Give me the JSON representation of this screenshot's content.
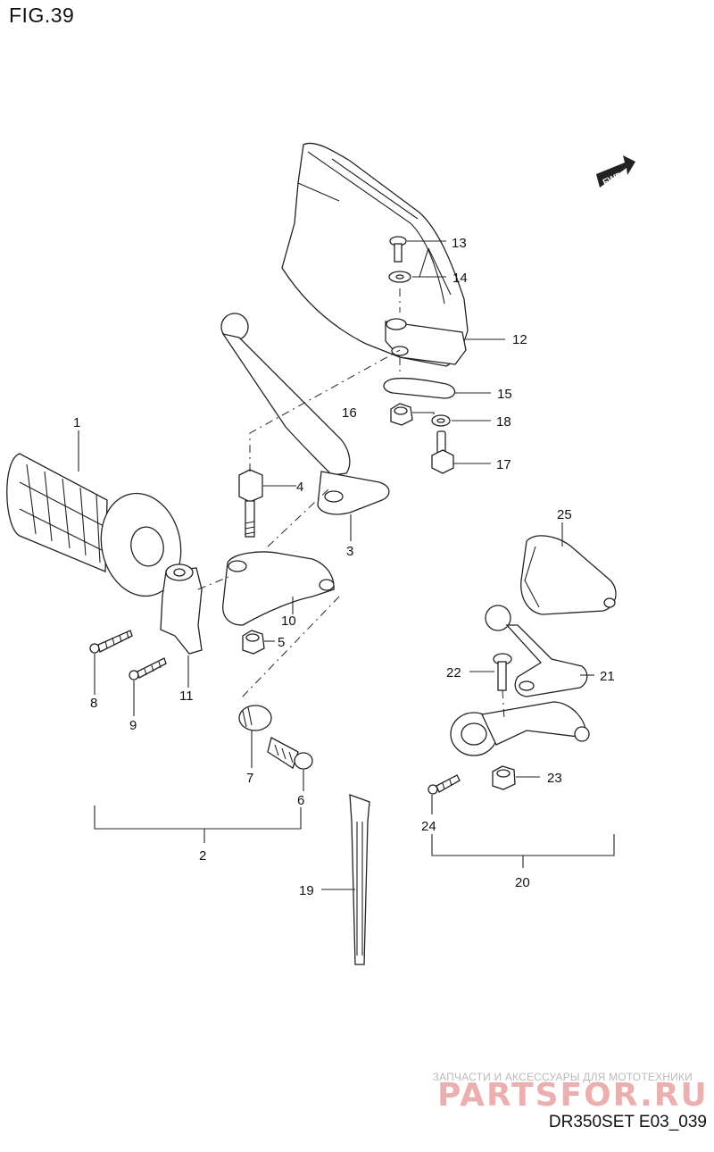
{
  "figure_title": "FIG.39",
  "reference_code": "DR350SET E03_039",
  "direction_badge": "FWD",
  "watermark": {
    "tagline": "ЗАПЧАСТИ И АКСЕССУАРЫ ДЛЯ МОТОТЕХНИКИ",
    "logo": "PARTSFOR.RU"
  },
  "callouts": [
    "1",
    "2",
    "3",
    "4",
    "5",
    "6",
    "7",
    "8",
    "9",
    "10",
    "11",
    "12",
    "13",
    "14",
    "15",
    "16",
    "17",
    "18",
    "19",
    "20",
    "21",
    "22",
    "23",
    "24",
    "25"
  ]
}
